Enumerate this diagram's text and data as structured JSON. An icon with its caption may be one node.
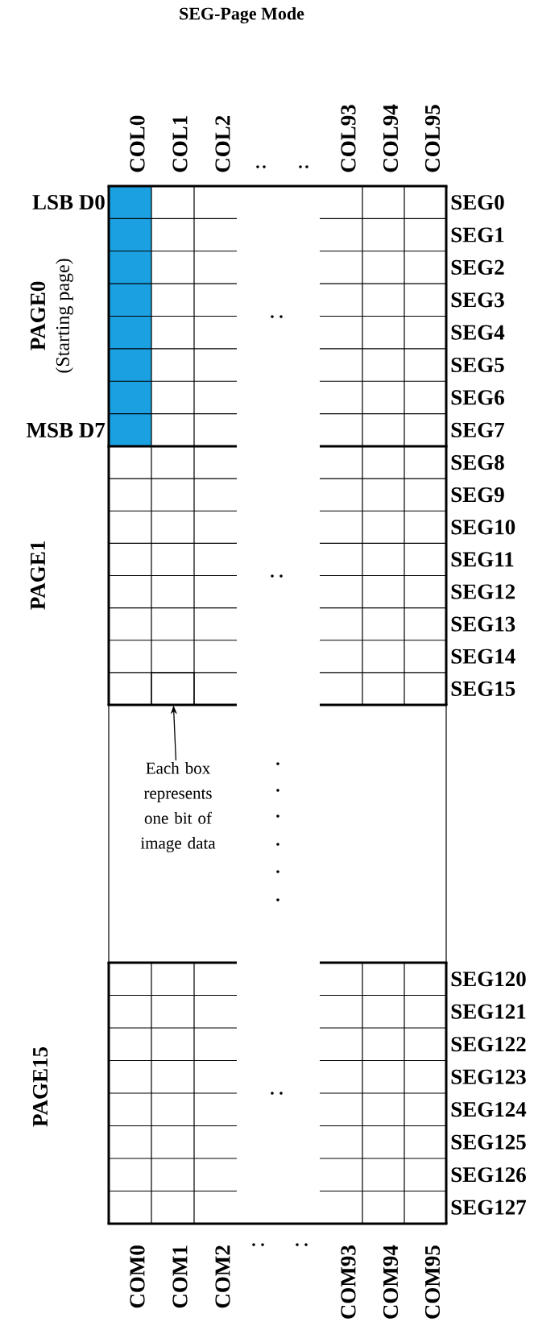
{
  "diagram": {
    "title": "SEG-Page Mode",
    "nodes": [
      {
        "text": [
          "Each box represents one bit of image data"
        ]
      },
      {
        "text": [],
        "shape": "box"
      }
    ],
    "edges": [
      {
        "from": 0,
        "to": 1,
        "arrow": "to"
      }
    ],
    "labels": [
      "COL0",
      "COL1",
      "COL2",
      "COL93",
      "COL94",
      "COL95",
      "LSB D0",
      "SEG0",
      "SEG1",
      "SEG2",
      "SEG3",
      "SEG4",
      "SEG5",
      "SEG6",
      "SEG7",
      "PAGE0",
      "(Starting page)",
      "MSB D7",
      "SEG8",
      "SEG9",
      "SEG10",
      "SEG11",
      "SEG12",
      "SEG13",
      "SEG14",
      "SEG15",
      "PAGE1",
      "SEG120",
      "SEG121",
      "SEG122",
      "SEG123",
      "SEG124",
      "SEG125",
      "SEG126",
      "SEG127",
      "PAGE15",
      "COM0",
      "COM1",
      "COM2",
      "COM93",
      "COM94",
      "COM95"
    ]
  }
}
